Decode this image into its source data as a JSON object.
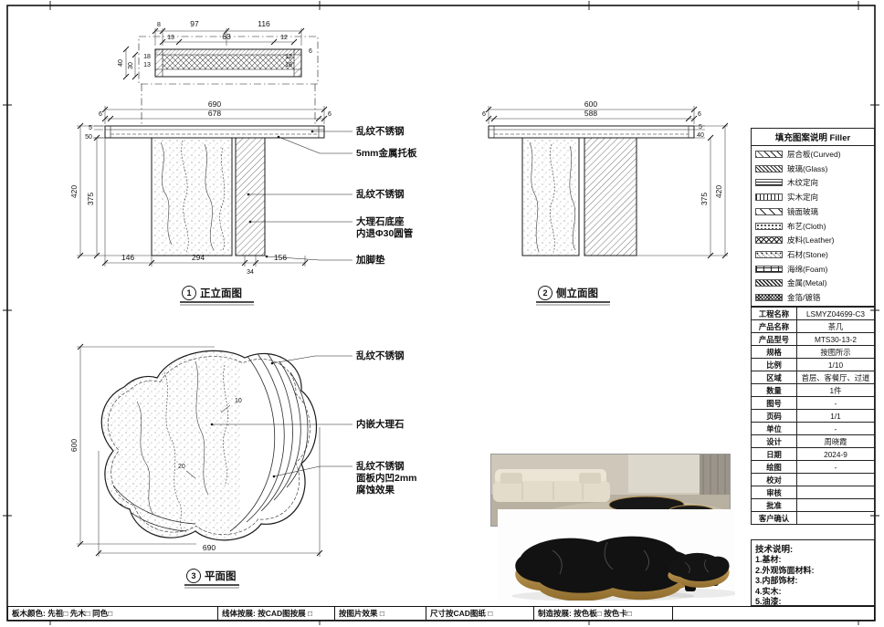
{
  "sheet": {
    "bg": "#ffffff",
    "line": "#1a1a1a",
    "gold": "#b98d4f"
  },
  "detail": {
    "top_dims": [
      "8",
      "97",
      "116"
    ],
    "mid_dims": [
      "13",
      "63",
      "12"
    ],
    "left_stack": [
      "18",
      "13"
    ],
    "right_stack": [
      "12",
      "18"
    ],
    "edge_dim": "6",
    "vert_dims": [
      "40",
      "30"
    ]
  },
  "front": {
    "title": "正立面图",
    "num": "1",
    "w_total": "690",
    "w_inner": "678",
    "w_edge": "6",
    "h_total": "420",
    "h_base": "375",
    "slab_t": "5",
    "slab_h": "50",
    "bottom_dims": [
      "146",
      "294",
      "34",
      "156"
    ],
    "labels": [
      "乱纹不锈钢",
      "5mm金属托板",
      "乱纹不锈钢",
      "大理石底座",
      "内退Φ30圆管",
      "加脚垫"
    ]
  },
  "side": {
    "title": "侧立面图",
    "num": "2",
    "w_total": "600",
    "w_inner": "588",
    "w_edge": "6",
    "h_total": "420",
    "h_base": "375",
    "slab_t": "5",
    "slab_h": "40"
  },
  "plan": {
    "title": "平面图",
    "num": "3",
    "w": "690",
    "h": "600",
    "inner_dims": [
      "10",
      "20"
    ],
    "labels": [
      "乱纹不锈钢",
      "内嵌大理石",
      "乱纹不锈钢",
      "面板内凹2mm",
      "腐蚀效果"
    ]
  },
  "legend": {
    "header": "填充图案说明  Filler",
    "items": [
      {
        "label": "层合板(Curved)"
      },
      {
        "label": "玻璃(Glass)"
      },
      {
        "label": "木纹定向"
      },
      {
        "label": "实木定向"
      },
      {
        "label": "镜面玻璃"
      },
      {
        "label": "布艺(Cloth)"
      },
      {
        "label": "皮料(Leather)"
      },
      {
        "label": "石材(Stone)"
      },
      {
        "label": "海绵(Foam)"
      },
      {
        "label": "金属(Metal)"
      },
      {
        "label": "金箔/镀铬"
      }
    ]
  },
  "info": {
    "rows": [
      {
        "label": "工程名称",
        "value": "LSMYZ04699-C3"
      },
      {
        "label": "产品名称",
        "value": "茶几"
      },
      {
        "label": "产品型号",
        "value": "MTS30-13-2"
      },
      {
        "label": "规格",
        "value": "按图所示"
      },
      {
        "label": "比例",
        "value": "1/10"
      },
      {
        "label": "区域",
        "value": "首层、客餐厅、过道"
      },
      {
        "label": "数量",
        "value": "1件"
      },
      {
        "label": "图号",
        "value": "-"
      },
      {
        "label": "页码",
        "value": "1/1"
      },
      {
        "label": "单位",
        "value": "-"
      },
      {
        "label": "设计",
        "value": "周晓霞"
      },
      {
        "label": "日期",
        "value": "2024-9"
      },
      {
        "label": "绘图",
        "value": "-"
      },
      {
        "label": "校对",
        "value": ""
      },
      {
        "label": "审核",
        "value": ""
      },
      {
        "label": "批准",
        "value": ""
      },
      {
        "label": "客户确认",
        "value": ""
      }
    ]
  },
  "tech": {
    "header": "技术说明:",
    "lines": [
      "1.基材:",
      "2.外观饰面材料:",
      "3.内部饰材:",
      "4.实木:",
      "5.油漆:"
    ]
  },
  "footer": {
    "cells": [
      "板木颜色: 先祖□  先木□  同色□",
      "线体按展: 按CAD图按展 □",
      "按图片效果 □",
      "尺寸按CAD图纸 □",
      "制造按展: 按色板□  按色卡□",
      ""
    ]
  }
}
